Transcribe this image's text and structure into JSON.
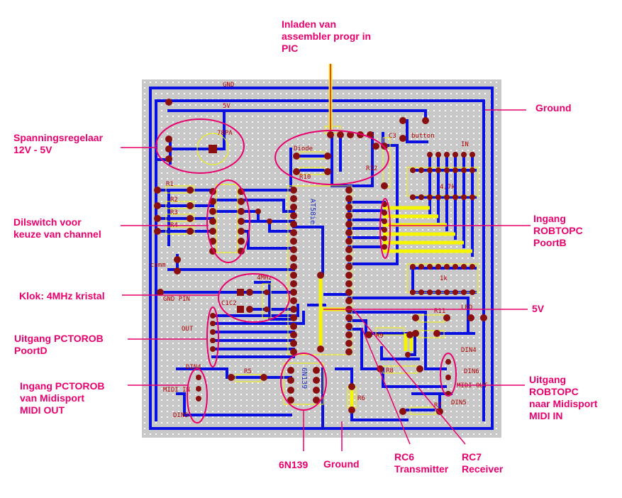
{
  "callouts": {
    "inladen": "Inladen van\nassembler progr in\nPIC",
    "ground_top": "Ground",
    "spanning": "Spanningsregelaar\n12V - 5V",
    "dilswitch": "Dilswitch voor\nkeuze van channel",
    "ingang_robtopc": "Ingang\nROBTOPC\nPoortB",
    "klok": "Klok: 4MHz kristal",
    "v5": "5V",
    "uitgang_pctorob": "Uitgang PCTOROB\nPoortD",
    "ingang_pctorob": "Ingang PCTOROB\nvan Midisport\nMIDI OUT",
    "uitgang_robtopc": "Uitgang\nROBTOPC\nnaar Midisport\nMIDI IN",
    "n6n139": "6N139",
    "ground_bottom": "Ground",
    "rc6": "RC6\nTransmitter",
    "rc7": "RC7\nReceiver"
  },
  "pcb_labels": {
    "gnd": "GND",
    "v5": "5V",
    "reg": "78PA",
    "diode": "Diode",
    "c3": "C3",
    "button": "button",
    "in": "IN",
    "r47k": "4,7k",
    "r1k": "1k",
    "r1": "R1",
    "r2": "R2",
    "r3": "R3",
    "r4": "R4",
    "r12": "R12",
    "r10": "R10",
    "chip": "AT58ier",
    "com": "comm",
    "mhz": "4MHz",
    "c1c2": "C1C2",
    "gnd_pin": "GND PIN",
    "out": "OUT",
    "r11": "R11",
    "led": "LED",
    "r9": "R9",
    "r8": "R8",
    "r5": "R5",
    "r6": "R6",
    "r7": "R7",
    "din4_right": "DIN4",
    "din6_right": "DIN6",
    "midi_out": "MIDI OUT",
    "din5_right": "DIN5",
    "din4_left": "DIN4",
    "midi_in": "MIDI IN",
    "din5_left": "DIN5",
    "optocoupler": "6N139"
  },
  "colors": {
    "board": "#c8c8c8",
    "trace": "#0a10e0",
    "pad": "#8a1010",
    "jumper": "#f5f500",
    "highlight": "#e8006e",
    "callout_text": "#e8006e"
  }
}
